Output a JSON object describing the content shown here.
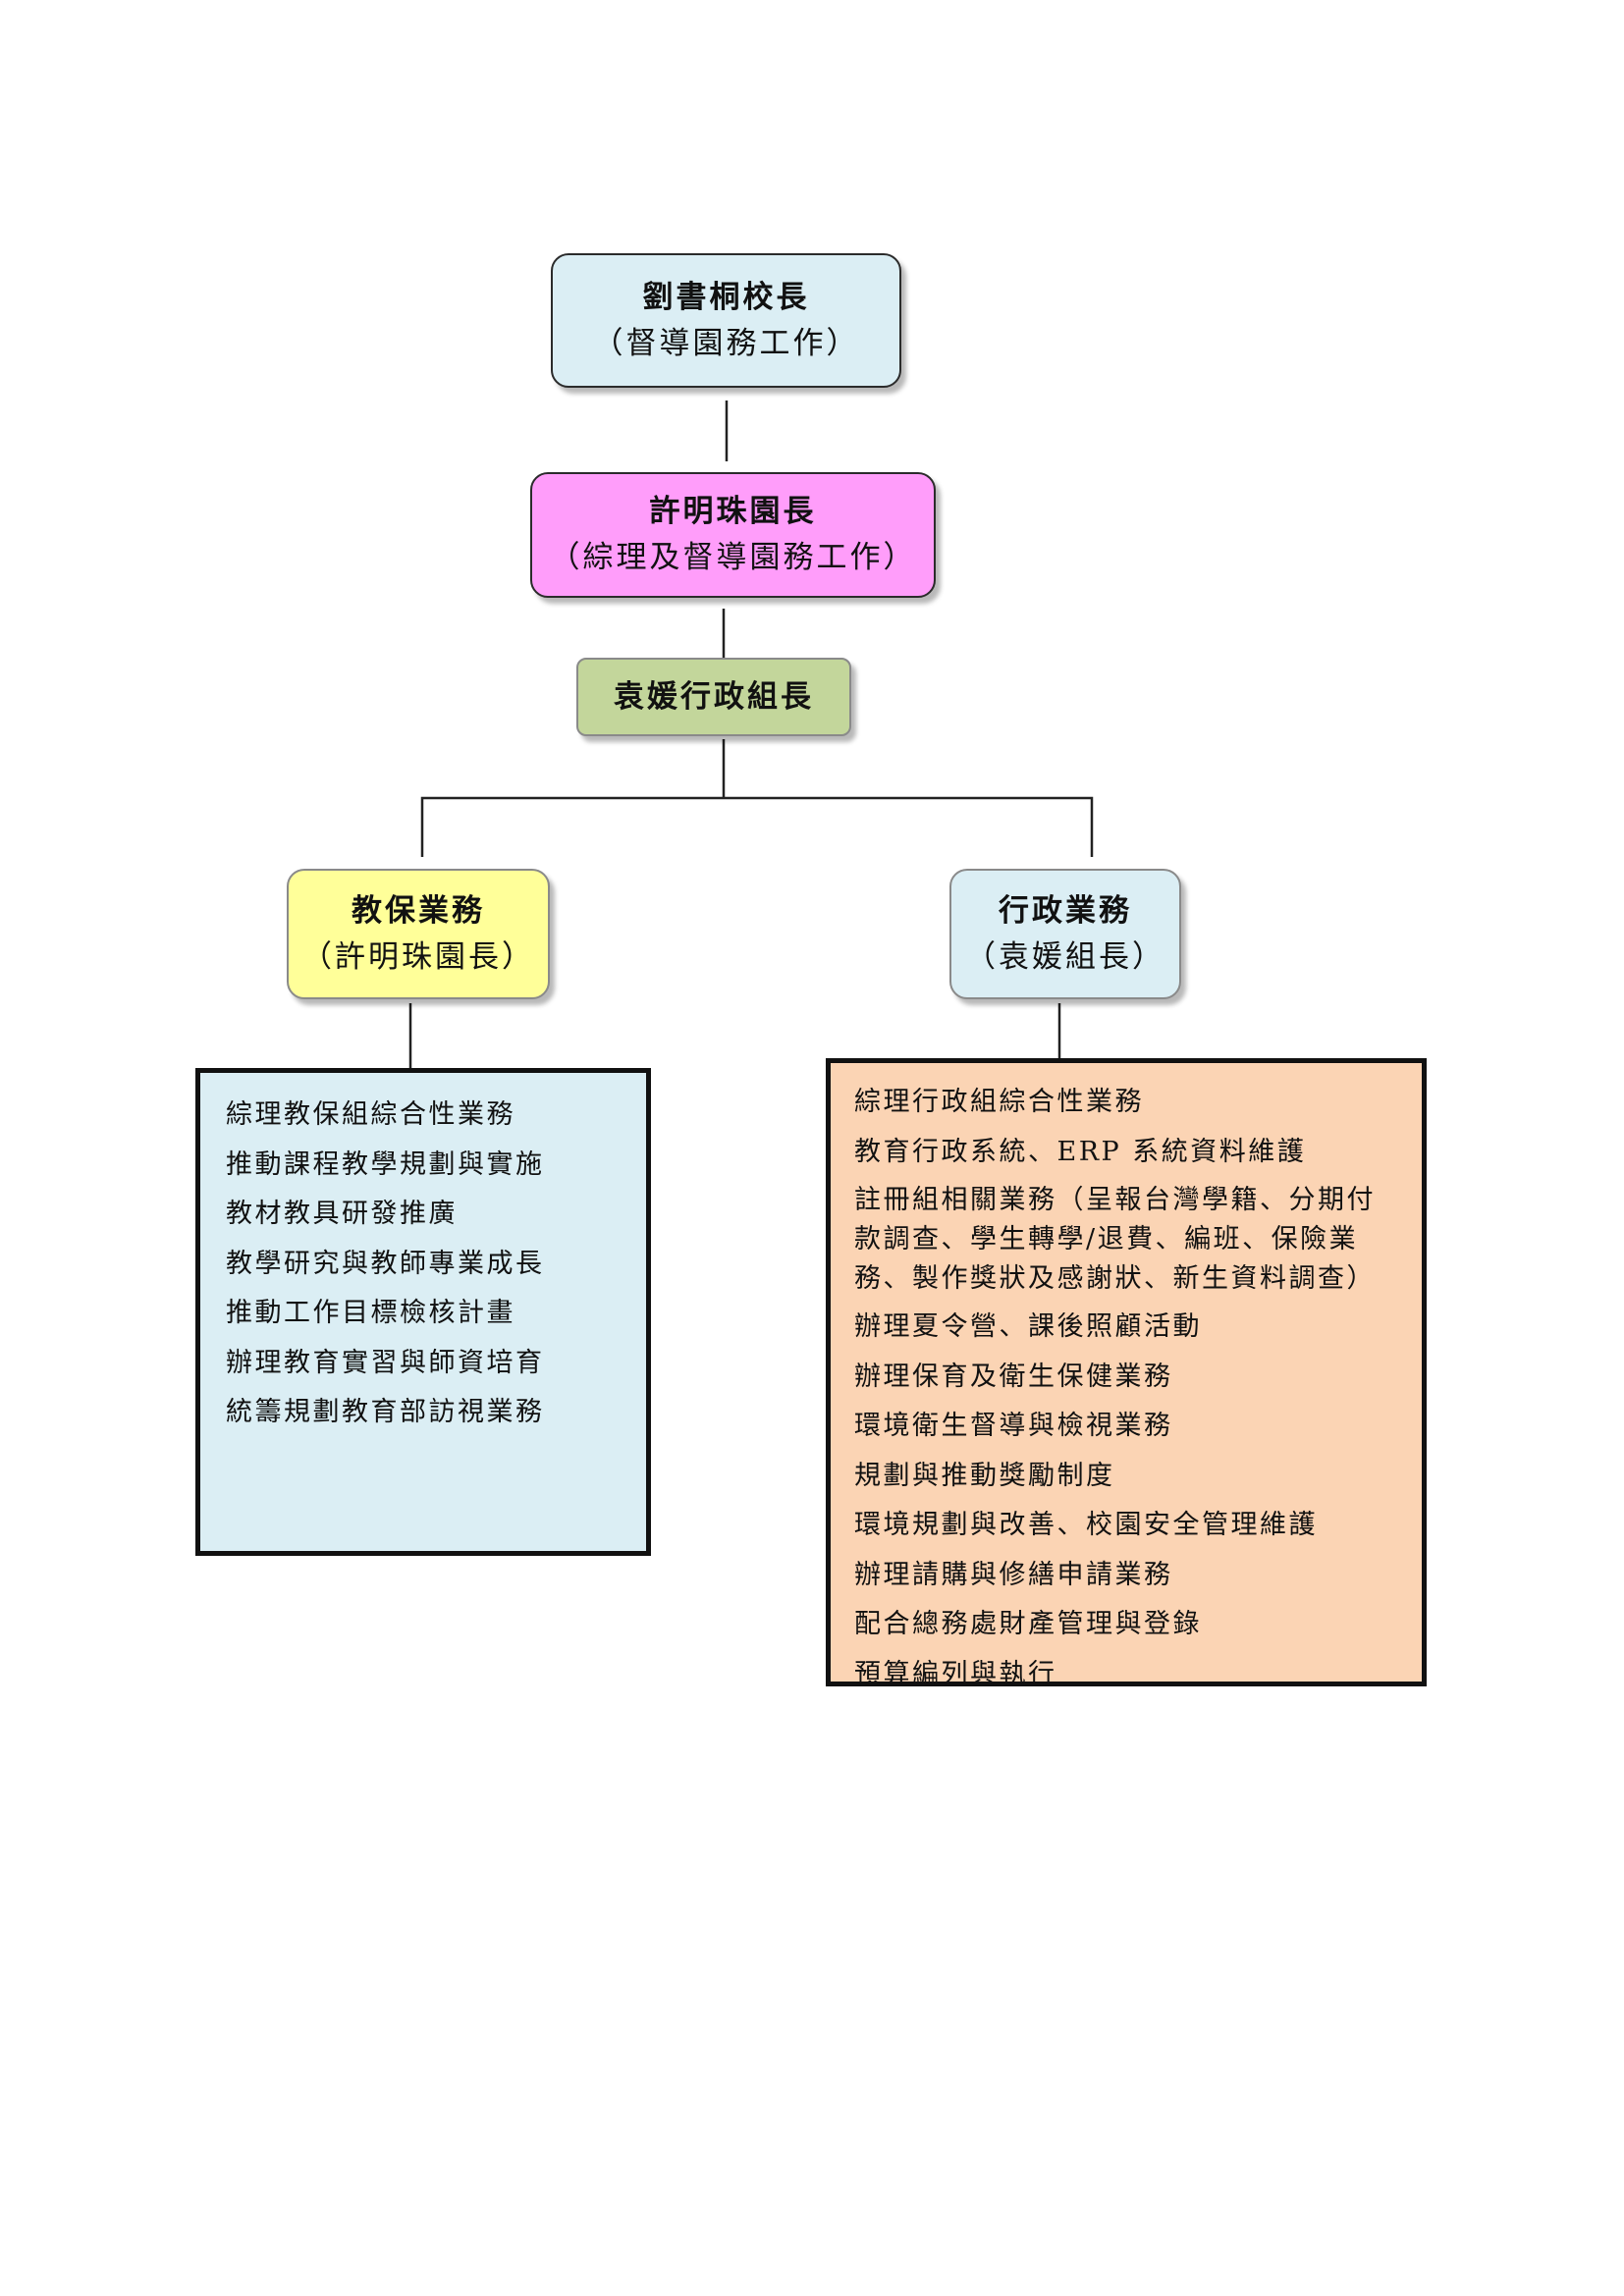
{
  "org_chart": {
    "principal": {
      "title": "劉書桐校長",
      "role": "（督導園務工作）"
    },
    "director": {
      "title": "許明珠園長",
      "role": "（綜理及督導園務工作）"
    },
    "admin_head": {
      "title": "袁媛行政組長"
    },
    "care": {
      "title": "教保業務",
      "owner": "（許明珠園長）",
      "duties": [
        "綜理教保組綜合性業務",
        "推動課程教學規劃與實施",
        "教材教具研發推廣",
        "教學研究與教師專業成長",
        "推動工作目標檢核計畫",
        "辦理教育實習與師資培育",
        "統籌規劃教育部訪視業務"
      ]
    },
    "admin": {
      "title": "行政業務",
      "owner": "（袁媛組長）",
      "duties": [
        "綜理行政組綜合性業務",
        "教育行政系統、ERP 系統資料維護",
        "註冊組相關業務（呈報台灣學籍、分期付款調查、學生轉學/退費、編班、保險業務、製作獎狀及感謝狀、新生資料調查）",
        "辦理夏令營、課後照顧活動",
        "辦理保育及衛生保健業務",
        "環境衛生督導與檢視業務",
        "規劃與推動獎勵制度",
        "環境規劃與改善、校園安全管理維護",
        "辦理請購與修繕申請業務",
        "配合總務處財產管理與登錄",
        "預算編列與執行"
      ]
    }
  },
  "colors": {
    "principal_fill": "#dbeef4",
    "director_fill": "#ff9dfa",
    "admin_head_fill": "#c3d69b",
    "care_fill": "#ffff99",
    "admin_fill": "#dbeef4",
    "care_duties_fill": "#dbeef4",
    "admin_duties_fill": "#fbd4b4"
  }
}
